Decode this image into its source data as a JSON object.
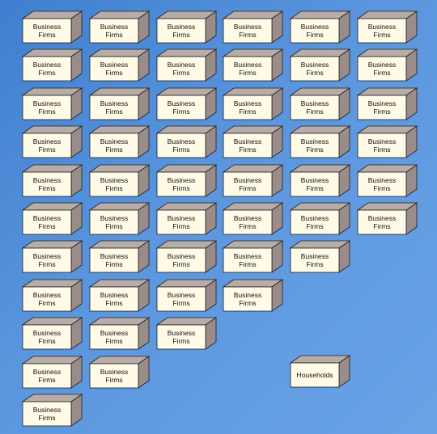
{
  "diagram": {
    "firm_label": [
      "Business",
      "Firms"
    ],
    "household_label": "Households",
    "firm_rows": [
      6,
      6,
      6,
      6,
      6,
      6,
      5,
      4,
      3,
      2,
      1
    ],
    "colors": {
      "background": "#4d8ad8",
      "box_front": "#fffbe6",
      "box_side": "#9a8c8a",
      "box_top": "#b8aca8",
      "edge": "#1f1f1f"
    }
  }
}
